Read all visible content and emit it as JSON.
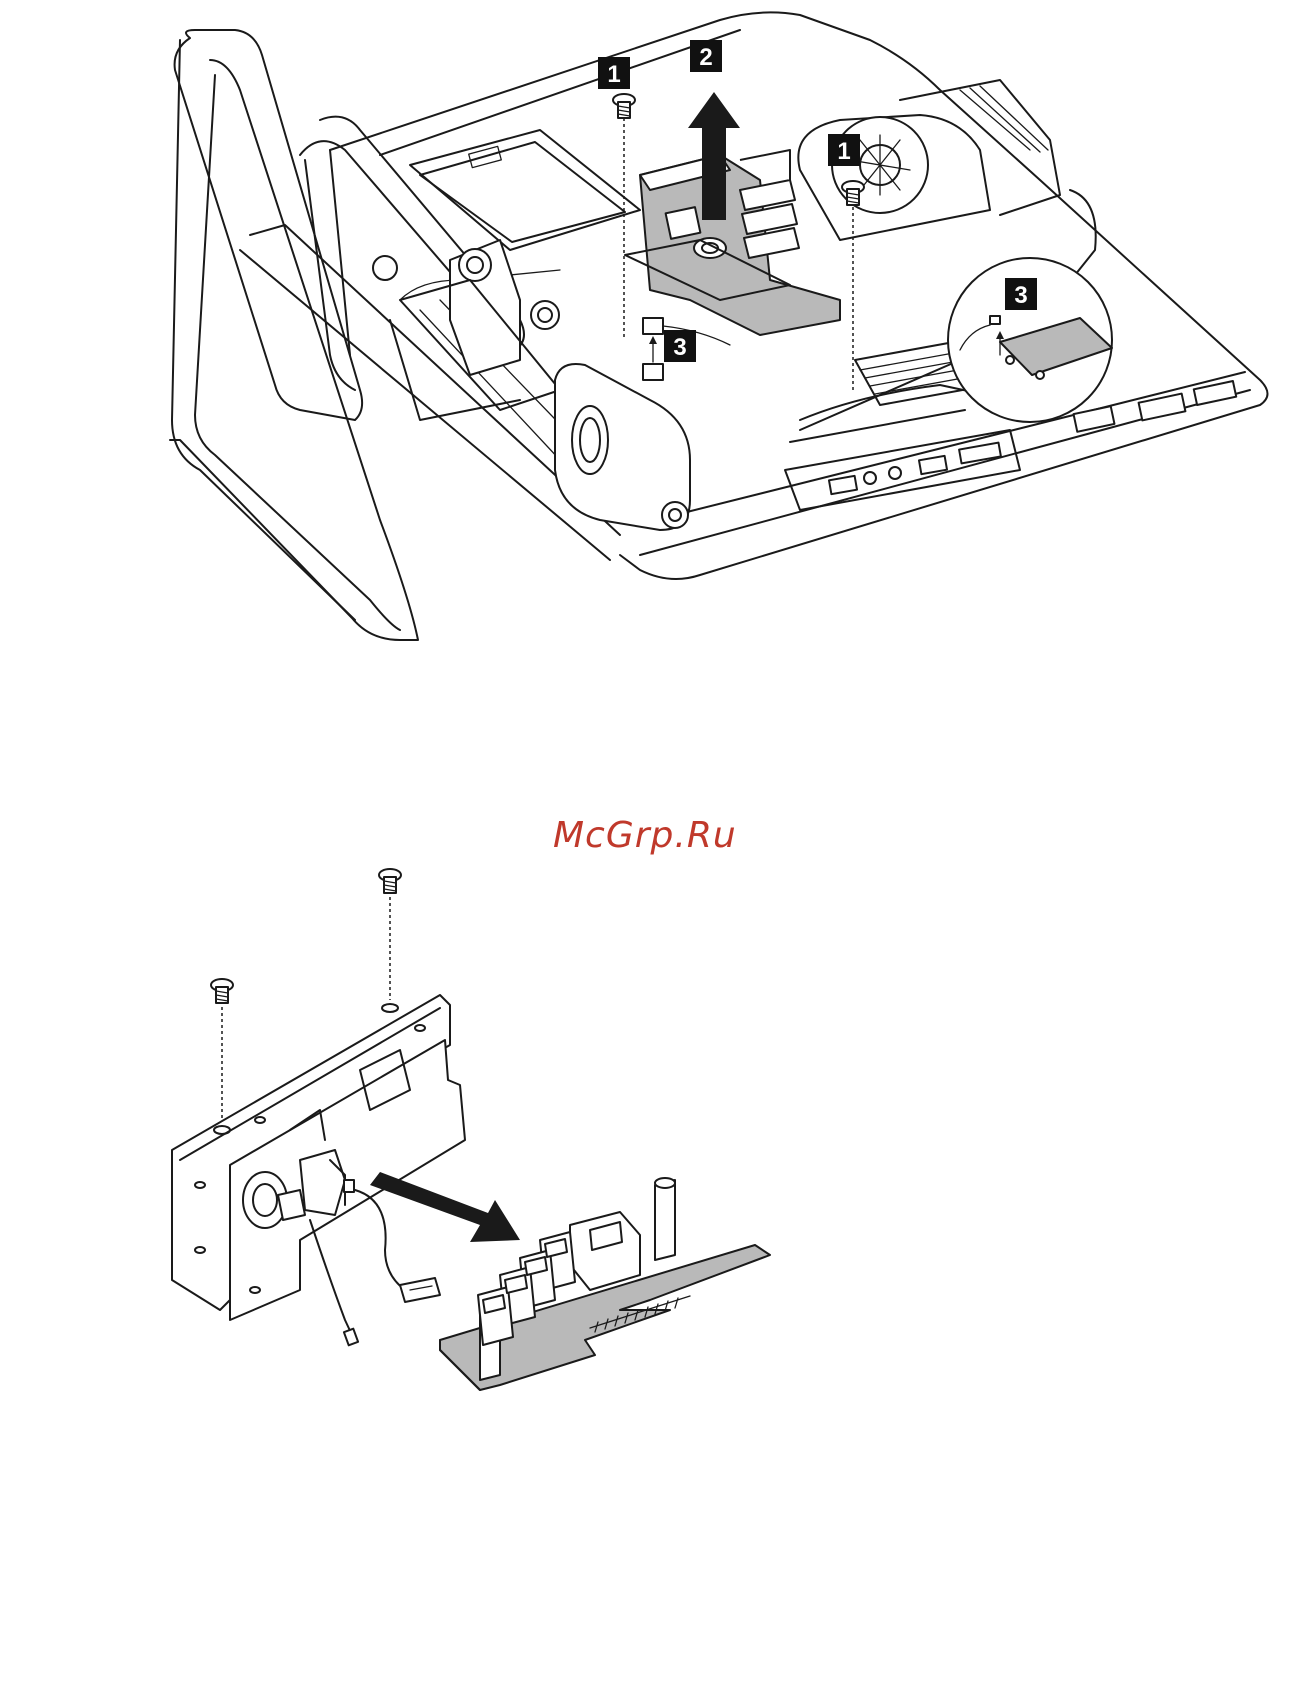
{
  "watermark": {
    "text": "McGrp.Ru",
    "color": "#c0392b"
  },
  "callouts": [
    {
      "id": "callout-1-left",
      "label": "1"
    },
    {
      "id": "callout-2",
      "label": "2"
    },
    {
      "id": "callout-1-right",
      "label": "1"
    },
    {
      "id": "callout-3-center",
      "label": "3"
    },
    {
      "id": "callout-3-zoom",
      "label": "3"
    }
  ],
  "colors": {
    "line": "#1a1a1a",
    "part_gray": "#b9b9b9",
    "callout_fill": "#111111",
    "callout_text": "#ffffff"
  }
}
